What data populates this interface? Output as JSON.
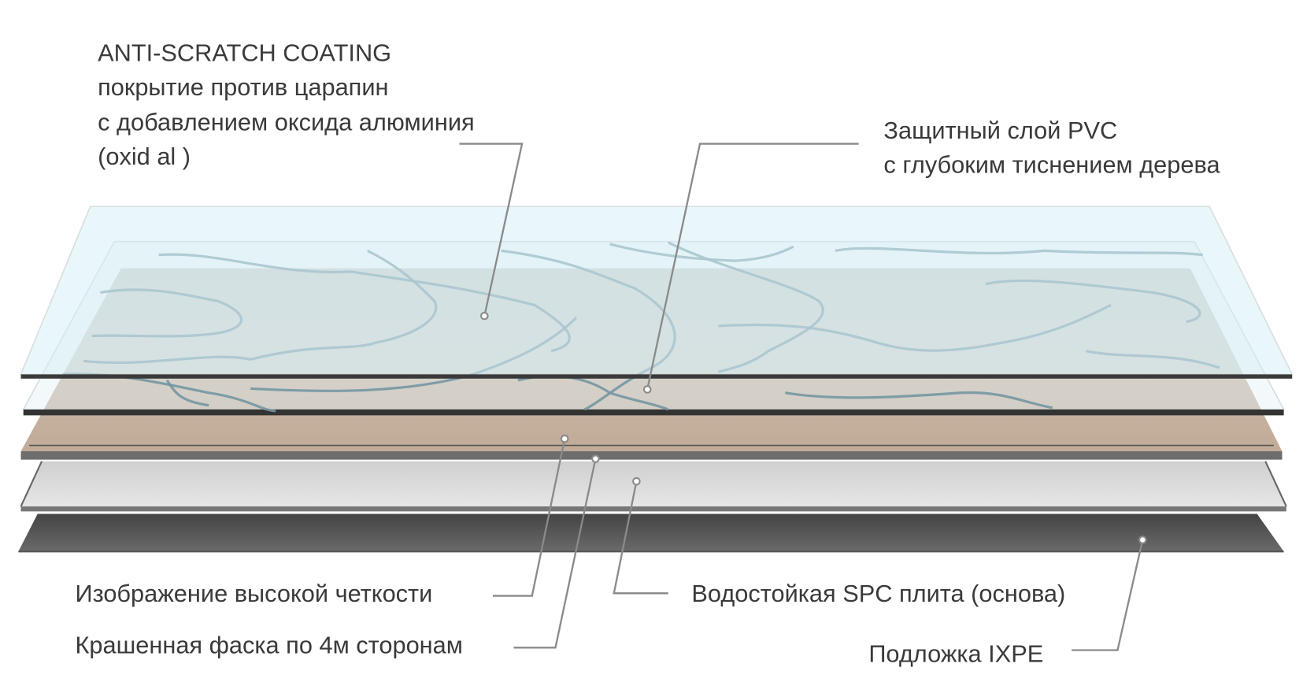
{
  "labels": {
    "anti_scratch": {
      "title": "ANTI-SCRATCH COATING",
      "line1": "покрытие против царапин",
      "line2": "с добавлением оксида алюминия",
      "line3": "(oxid al )"
    },
    "pvc": {
      "line1": "Защитный слой PVC",
      "line2": "с глубоким тиснением дерева"
    },
    "image_layer": "Изображение высокой четкости",
    "bevel": "Крашенная фаска по 4м сторонам",
    "spc": "Водостойкая SPC плита (основа)",
    "ixpe": "Подложка IXPE"
  },
  "colors": {
    "glass": "#dcf0f6",
    "wood": "#c9b8a8",
    "spc": "#d6d6d6",
    "ixpe": "#555555",
    "leader": "#8a8a8a"
  }
}
